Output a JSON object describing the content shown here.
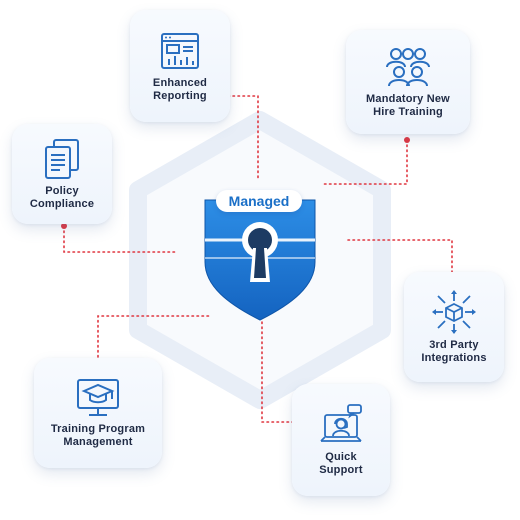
{
  "center": {
    "label": "Managed"
  },
  "nodes": [
    {
      "id": "enhanced-reporting",
      "lines": [
        "Enhanced",
        "Reporting"
      ],
      "icon": "report-dashboard-icon"
    },
    {
      "id": "mandatory-new-hire-training",
      "lines": [
        "Mandatory New",
        "Hire Training"
      ],
      "icon": "users-group-icon"
    },
    {
      "id": "policy-compliance",
      "lines": [
        "Policy",
        "Compliance"
      ],
      "icon": "documents-icon"
    },
    {
      "id": "third-party-integrations",
      "lines": [
        "3rd Party",
        "Integrations"
      ],
      "icon": "integration-cube-icon"
    },
    {
      "id": "training-program-management",
      "lines": [
        "Training Program",
        "Management"
      ],
      "icon": "graduation-monitor-icon"
    },
    {
      "id": "quick-support",
      "lines": [
        "Quick",
        "Support"
      ],
      "icon": "support-agent-icon"
    }
  ],
  "colors": {
    "accent": "#1a6fc7",
    "connector": "#e0353f",
    "icon": "#2a6fc0",
    "text": "#1f2a44"
  }
}
